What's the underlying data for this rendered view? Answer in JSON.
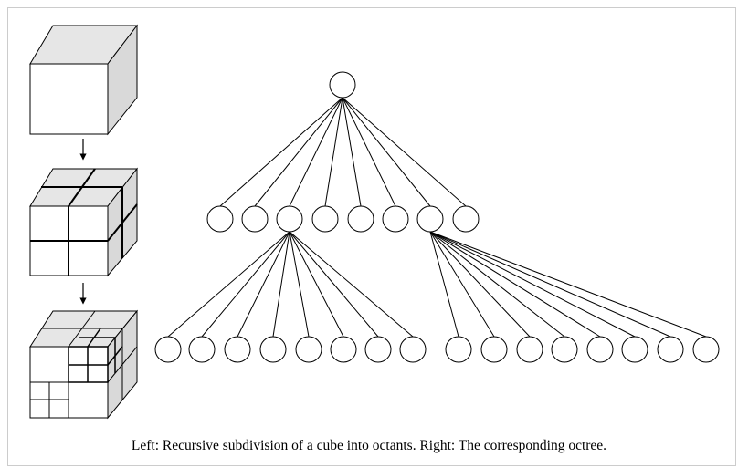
{
  "figure": {
    "caption": "Left: Recursive subdivision of a cube into octants. Right: The corresponding octree.",
    "colors": {
      "border": "#cccccc",
      "stroke": "#000000",
      "cube_front": "#ffffff",
      "cube_top": "#e6e6e6",
      "cube_side": "#d9d9d9",
      "node_fill": "#ffffff"
    }
  },
  "subdivision_diagram": {
    "steps": [
      "cube",
      "cube-split-once",
      "cube-split-recursively"
    ],
    "arrows": 2
  },
  "octree": {
    "root": {
      "children": [
        {
          "children": []
        },
        {
          "children": []
        },
        {
          "children": [
            {},
            {},
            {},
            {},
            {},
            {},
            {},
            {}
          ]
        },
        {
          "children": []
        },
        {
          "children": []
        },
        {
          "children": []
        },
        {
          "children": [
            {},
            {},
            {},
            {},
            {},
            {},
            {},
            {}
          ]
        },
        {
          "children": []
        }
      ]
    }
  }
}
